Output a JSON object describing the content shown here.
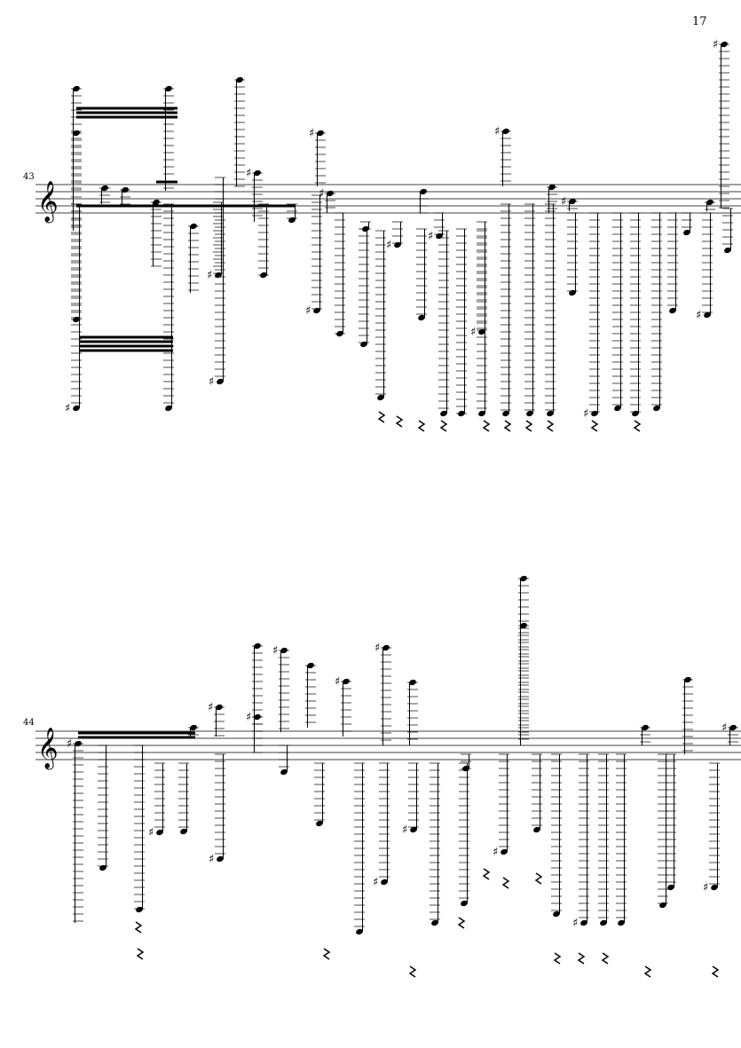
{
  "page": {
    "number": "17"
  },
  "systems": [
    {
      "measure_number": "43",
      "clef": "treble",
      "accidental_glyph": "♯"
    },
    {
      "measure_number": "44",
      "clef": "treble",
      "accidental_glyph": "♯"
    }
  ],
  "colors": {
    "ink": "#000000",
    "paper": "#ffffff"
  }
}
